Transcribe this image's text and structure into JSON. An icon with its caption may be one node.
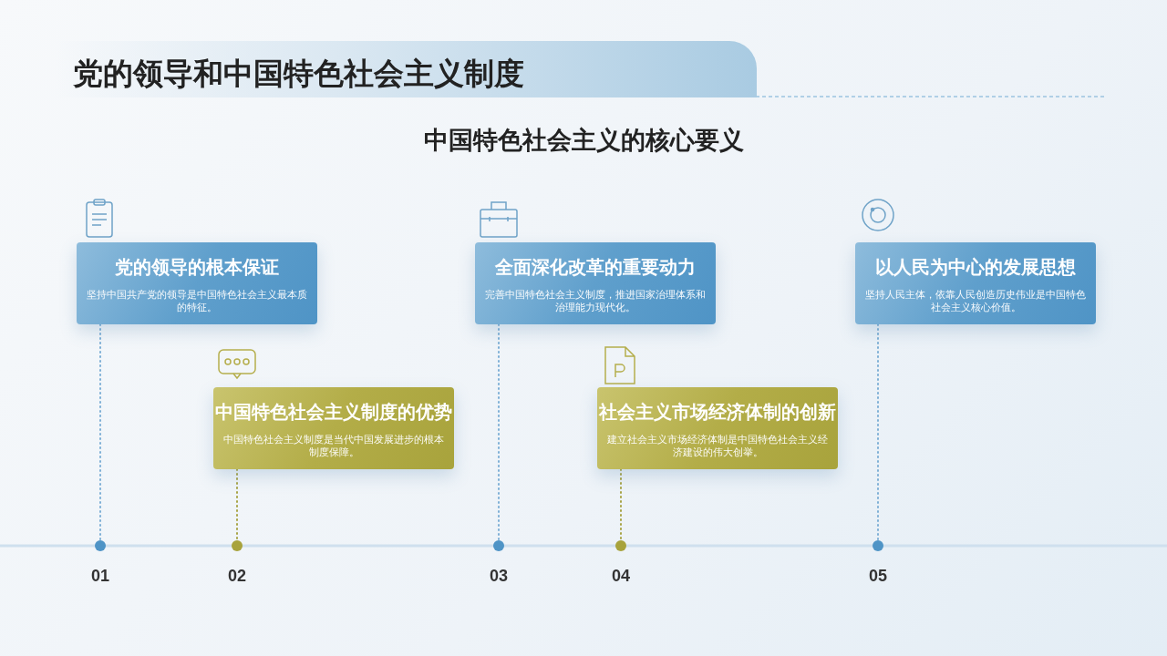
{
  "diagram": {
    "title": "党的领导和中国特色社会主义制度",
    "nodes": [
      {
        "text": [
          "党的领导的根本保证",
          "坚持中国共产党的领导是中国特色社会主义最本质的特征。"
        ]
      },
      {
        "text": [
          "中国特色社会主义制度的优势",
          "中国特色社会主义制度是当代中国发展进步的根本制度保障。"
        ]
      },
      {
        "text": [
          "全面深化改革的重要动力",
          "完善中国特色社会主义制度，推进国家治理体系和治理能力现代化。"
        ]
      },
      {
        "text": [
          "社会主义市场经济体制的创新",
          "建立社会主义市场经济体制是中国特色社会主义经济建设的伟大创举。"
        ]
      },
      {
        "text": [
          "以人民为中心的发展思想",
          "坚持人民主体，依靠人民创造历史伟业是中国特色社会主义核心价值。"
        ]
      },
      {
        "text": [],
        "shape": "circle",
        "beside": [
          "01"
        ]
      },
      {
        "text": [],
        "shape": "circle",
        "beside": [
          "02"
        ]
      },
      {
        "text": [],
        "shape": "circle",
        "beside": [
          "03"
        ]
      },
      {
        "text": [],
        "shape": "circle",
        "beside": [
          "04"
        ]
      },
      {
        "text": [],
        "shape": "circle",
        "beside": [
          "05"
        ]
      }
    ],
    "edges": [
      {
        "from": 0,
        "to": 5,
        "arrow": "none",
        "style": "dashed"
      },
      {
        "from": 1,
        "to": 6,
        "arrow": "none",
        "style": "dashed",
        "color": "#a9a548"
      },
      {
        "from": 2,
        "to": 7,
        "arrow": "none",
        "style": "dashed"
      },
      {
        "from": 3,
        "to": 8,
        "arrow": "none",
        "style": "dashed",
        "color": "#a9a548"
      },
      {
        "from": 4,
        "to": 9,
        "arrow": "none",
        "style": "dashed"
      }
    ],
    "labels": [
      "中国特色社会主义的核心要义"
    ]
  }
}
